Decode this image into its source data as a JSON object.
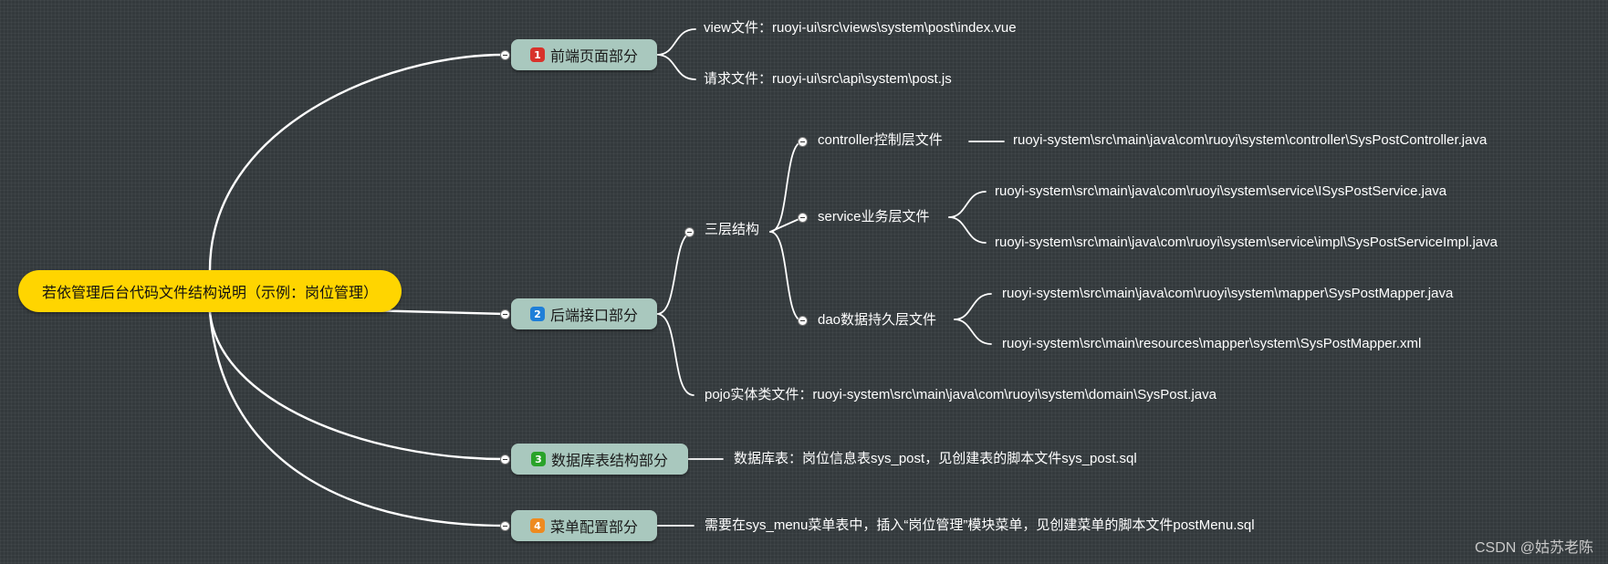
{
  "root": {
    "label": "若依管理后台代码文件结构说明（示例：岗位管理）"
  },
  "branches": [
    {
      "badge": "1",
      "label": "前端页面部分",
      "badge_color": "#d8322b"
    },
    {
      "badge": "2",
      "label": "后端接口部分",
      "badge_color": "#1f7fd8"
    },
    {
      "badge": "3",
      "label": "数据库表结构部分",
      "badge_color": "#29a329"
    },
    {
      "badge": "4",
      "label": "菜单配置部分",
      "badge_color": "#ee8a1f"
    }
  ],
  "frontend": {
    "view": "view文件：ruoyi-ui\\src\\views\\system\\post\\index.vue",
    "api": "请求文件：ruoyi-ui\\src\\api\\system\\post.js"
  },
  "backend": {
    "three_layer": "三层结构",
    "controller": {
      "label": "controller控制层文件",
      "files": [
        "ruoyi-system\\src\\main\\java\\com\\ruoyi\\system\\controller\\SysPostController.java"
      ]
    },
    "service": {
      "label": "service业务层文件",
      "files": [
        "ruoyi-system\\src\\main\\java\\com\\ruoyi\\system\\service\\ISysPostService.java",
        "ruoyi-system\\src\\main\\java\\com\\ruoyi\\system\\service\\impl\\SysPostServiceImpl.java"
      ]
    },
    "dao": {
      "label": "dao数据持久层文件",
      "files": [
        "ruoyi-system\\src\\main\\java\\com\\ruoyi\\system\\mapper\\SysPostMapper.java",
        "ruoyi-system\\src\\main\\resources\\mapper\\system\\SysPostMapper.xml"
      ]
    },
    "pojo": "pojo实体类文件：ruoyi-system\\src\\main\\java\\com\\ruoyi\\system\\domain\\SysPost.java"
  },
  "database": {
    "text": "数据库表：岗位信息表sys_post，见创建表的脚本文件sys_post.sql"
  },
  "menu": {
    "text": "需要在sys_menu菜单表中，插入“岗位管理”模块菜单，见创建菜单的脚本文件postMenu.sql"
  },
  "watermark": "CSDN @姑苏老陈",
  "colors": {
    "background": "#343a3d",
    "root": "#ffd500",
    "branch": "#a9c8be",
    "line": "#ffffff"
  }
}
